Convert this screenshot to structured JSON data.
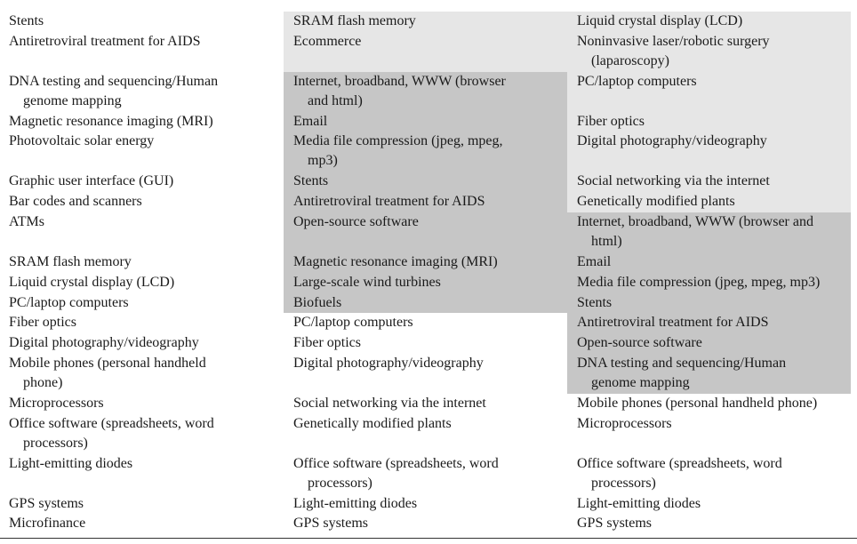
{
  "colors": {
    "light_band": "#e6e6e6",
    "dark_band": "#c6c6c6"
  },
  "columns": [
    {
      "cells": [
        [
          "Stents"
        ],
        [
          "Antiretroviral treatment for AIDS"
        ],
        [
          "DNA testing and sequencing/Human",
          "genome mapping"
        ],
        [
          "Magnetic resonance imaging (MRI)"
        ],
        [
          "Photovoltaic solar energy"
        ],
        [
          "Graphic user interface (GUI)"
        ],
        [
          "Bar codes and scanners"
        ],
        [
          "ATMs"
        ],
        [
          "SRAM flash memory"
        ],
        [
          "Liquid crystal display (LCD)"
        ],
        [
          "PC/laptop computers"
        ],
        [
          "Fiber optics"
        ],
        [
          "Digital photography/videography"
        ],
        [
          "Mobile phones (personal handheld",
          "phone)"
        ],
        [
          "Microprocessors"
        ],
        [
          "Office software (spreadsheets, word",
          "processors)"
        ],
        [
          "Light-emitting diodes"
        ],
        [
          "GPS systems"
        ],
        [
          "Microfinance"
        ]
      ]
    },
    {
      "cells": [
        [
          "SRAM flash memory"
        ],
        [
          "Ecommerce"
        ],
        [
          "Internet, broadband, WWW (browser",
          "and html)"
        ],
        [
          "Email"
        ],
        [
          "Media file compression (jpeg, mpeg,",
          "mp3)"
        ],
        [
          "Stents"
        ],
        [
          "Antiretroviral treatment for AIDS"
        ],
        [
          "Open-source software"
        ],
        [
          "Magnetic resonance imaging (MRI)"
        ],
        [
          "Large-scale wind turbines"
        ],
        [
          "Biofuels"
        ],
        [
          "PC/laptop computers"
        ],
        [
          "Fiber optics"
        ],
        [
          "Digital photography/videography"
        ],
        [
          "Social networking via the internet"
        ],
        [
          "Genetically modified plants"
        ],
        [
          "Office software (spreadsheets, word",
          "processors)"
        ],
        [
          "Light-emitting diodes"
        ],
        [
          "GPS systems"
        ]
      ]
    },
    {
      "cells": [
        [
          "Liquid crystal display (LCD)"
        ],
        [
          "Noninvasive laser/robotic surgery",
          "(laparoscopy)"
        ],
        [
          "PC/laptop computers"
        ],
        [
          "Fiber optics"
        ],
        [
          "Digital photography/videography"
        ],
        [
          "Social networking via the internet"
        ],
        [
          "Genetically modified plants"
        ],
        [
          "Internet, broadband, WWW (browser and",
          "html)"
        ],
        [
          "Email"
        ],
        [
          "Media file compression (jpeg, mpeg, mp3)"
        ],
        [
          "Stents"
        ],
        [
          "Antiretroviral treatment for AIDS"
        ],
        [
          "Open-source software"
        ],
        [
          "DNA testing and sequencing/Human",
          "genome mapping"
        ],
        [
          "Mobile phones (personal handheld phone)"
        ],
        [
          "Microprocessors"
        ],
        [
          "Office software (spreadsheets, word",
          "processors)"
        ],
        [
          "Light-emitting diodes"
        ],
        [
          "GPS systems"
        ]
      ]
    }
  ]
}
